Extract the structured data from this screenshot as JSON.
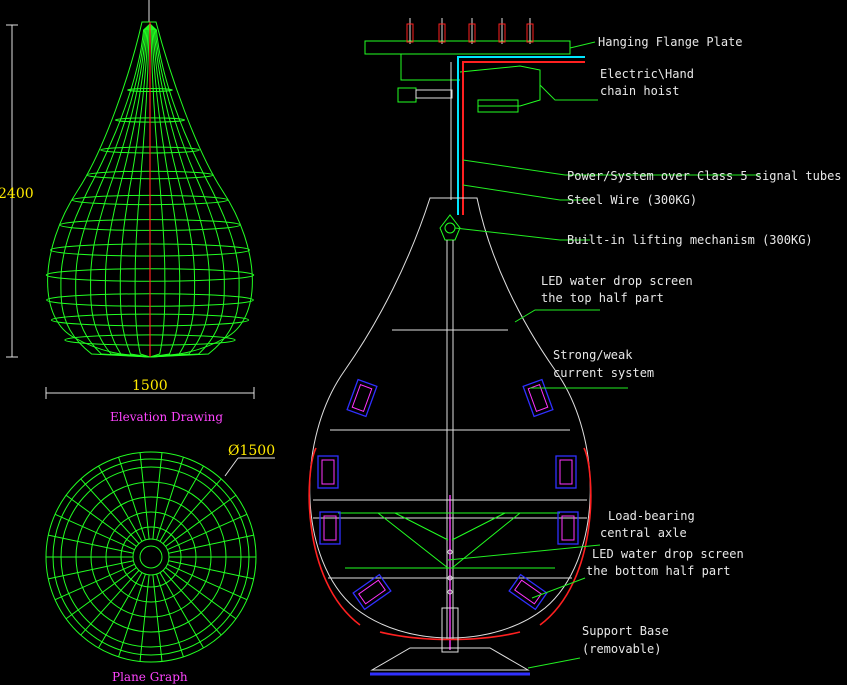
{
  "colors": {
    "background": "#000000",
    "wireframe": "#22ff22",
    "label_text": "#e8e8e8",
    "dimension_text": "#ffea00",
    "caption_text": "#ff44ff",
    "steel_wire": "#ff2020",
    "signal_tube": "#00e5ff"
  },
  "dimensions": {
    "height": "2400",
    "width": "1500",
    "diameter": "Ø1500"
  },
  "captions": {
    "elevation": "Elevation Drawing",
    "plane": "Plane Graph"
  },
  "labels": {
    "flange": "Hanging Flange Plate",
    "hoist_1": "Electric\\Hand",
    "hoist_2": "chain hoist",
    "power": "Power/System over Class 5 signal tubes",
    "wire": "Steel Wire (300KG)",
    "lifting": "Built-in lifting mechanism (300KG)",
    "top_1": "LED water drop screen",
    "top_2": "the top half part",
    "current_1": "Strong/weak",
    "current_2": "current system",
    "axle_1": "Load-bearing",
    "axle_2": "central axle",
    "bottom_1": "LED water drop screen",
    "bottom_2": "the bottom half part",
    "base_1": "Support Base",
    "base_2": "(removable)"
  }
}
